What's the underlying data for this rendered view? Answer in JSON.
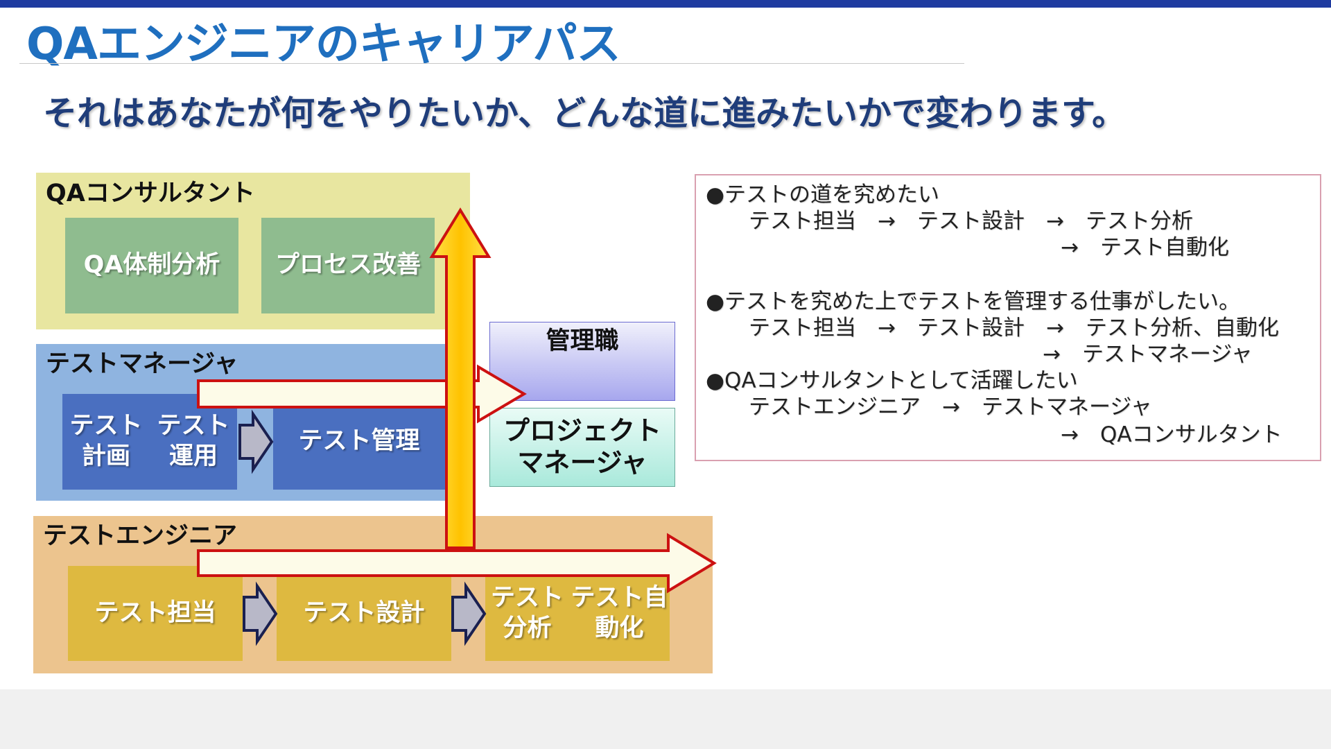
{
  "title": "QAエンジニアのキャリアパス",
  "subtitle": "それはあなたが何をやりたいか、どんな道に進みたいかで変わります。",
  "colors": {
    "accent_bar": "#1f3ba0",
    "title": "#1f6fbf",
    "qa_band": "#e8e6a0",
    "qa_box": "#8fbc8f",
    "manager_band": "#8fb4e0",
    "manager_box": "#4a6fc0",
    "engineer_band": "#ecc48e",
    "engineer_box": "#deb940",
    "arrow_fill": "#fdfbe8",
    "arrow_border": "#cc1111",
    "vertical_arrow": "#ffc400"
  },
  "bands": {
    "qa_consultant": {
      "label": "QAコンサルタント",
      "boxes": [
        {
          "line1": "QA体制",
          "line2": "分析"
        },
        {
          "line1": "プロセス",
          "line2": "改善"
        }
      ]
    },
    "test_manager": {
      "label": "テストマネージャ",
      "boxes": [
        {
          "line1": "テスト計画",
          "line2": "テスト運用"
        },
        {
          "line1": "テスト管理",
          "line2": ""
        }
      ]
    },
    "test_engineer": {
      "label": "テストエンジニア",
      "boxes": [
        {
          "line1": "テスト担当",
          "line2": ""
        },
        {
          "line1": "テスト設計",
          "line2": ""
        },
        {
          "line1": "テスト分析",
          "line2": "テスト自動化"
        }
      ]
    }
  },
  "roles": {
    "kanrishoku": "管理職",
    "pm_line1": "プロジェクト",
    "pm_line2": "マネージャ"
  },
  "paths": {
    "p1_heading": "●テストの道を究めたい",
    "p1_line1": "テスト担当　→　テスト設計　→　テスト分析",
    "p1_line2": "→　テスト自動化",
    "p2_heading": "●テストを究めた上でテストを管理する仕事がしたい。",
    "p2_line1": "テスト担当　→　テスト設計　→　テスト分析、自動化",
    "p2_line2": "→　テストマネージャ",
    "p3_heading": "●QAコンサルタントとして活躍したい",
    "p3_line1": "テストエンジニア　→　テストマネージャ",
    "p3_line2": "→　QAコンサルタント"
  }
}
